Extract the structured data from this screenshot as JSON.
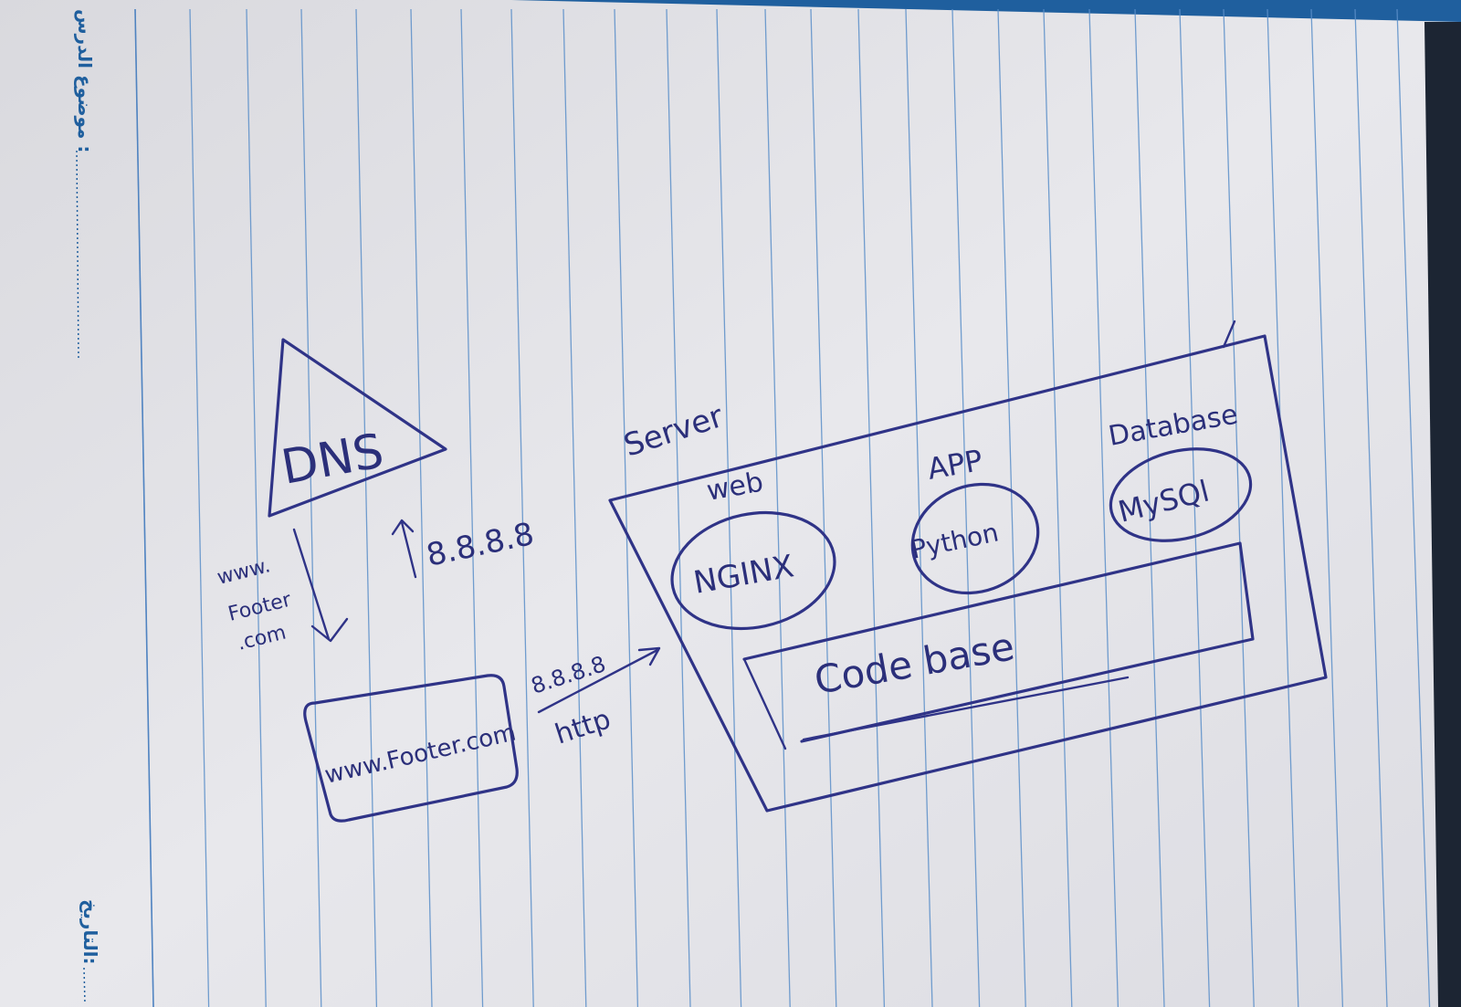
{
  "header": {
    "lesson_topic_label": "موضوع الدرس :",
    "date_label": "التاريخ:"
  },
  "diagram": {
    "dns_label": "DNS",
    "domain_query": [
      "www.",
      "Footer",
      ".com"
    ],
    "dns_response_ip": "8.8.8.8",
    "browser_url": "www.Footer.com",
    "request_ip": "8.8.8.8",
    "request_protocol": "http",
    "server_label": "Server",
    "web_label": "web",
    "web_tech": "NGINX",
    "app_label": "APP",
    "app_tech": "Python",
    "database_label": "Database",
    "database_tech": "MySQl",
    "codebase_label": "Code base"
  },
  "colors": {
    "ink": "#2f3387",
    "paper": "#e6e6ea",
    "rule_lines": "#5b8fc9",
    "top_band": "#1f5f9e"
  }
}
